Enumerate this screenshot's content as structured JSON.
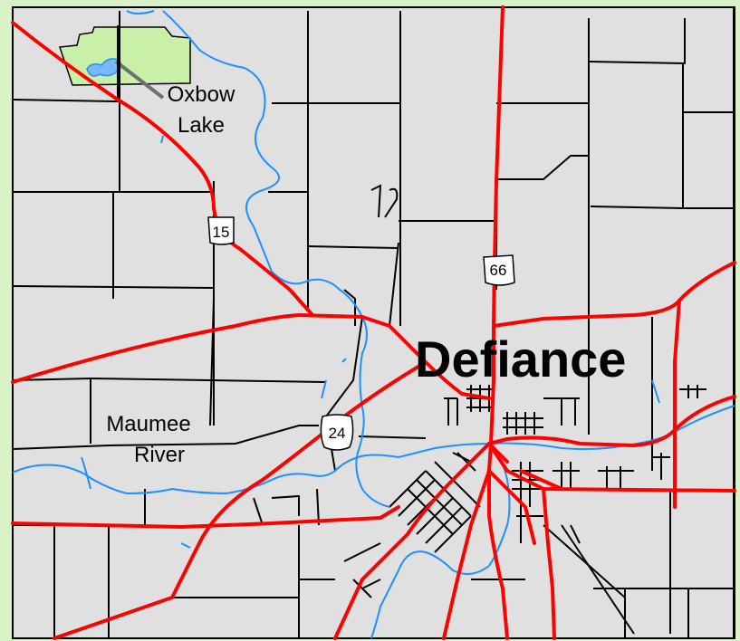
{
  "map": {
    "city_label": "Defiance",
    "features": {
      "oxbow_line1": "Oxbow",
      "oxbow_line2": "Lake",
      "maumee_line1": "Maumee",
      "maumee_line2": "River"
    },
    "shields": {
      "sr15": "15",
      "sr66": "66",
      "us24": "24"
    },
    "colors": {
      "land": "#e0e0e0",
      "border_bg": "#d9f2c8",
      "highway": "#ff0000",
      "water": "#1e90ff",
      "park": "#c8f0a8",
      "road": "#000000"
    }
  }
}
